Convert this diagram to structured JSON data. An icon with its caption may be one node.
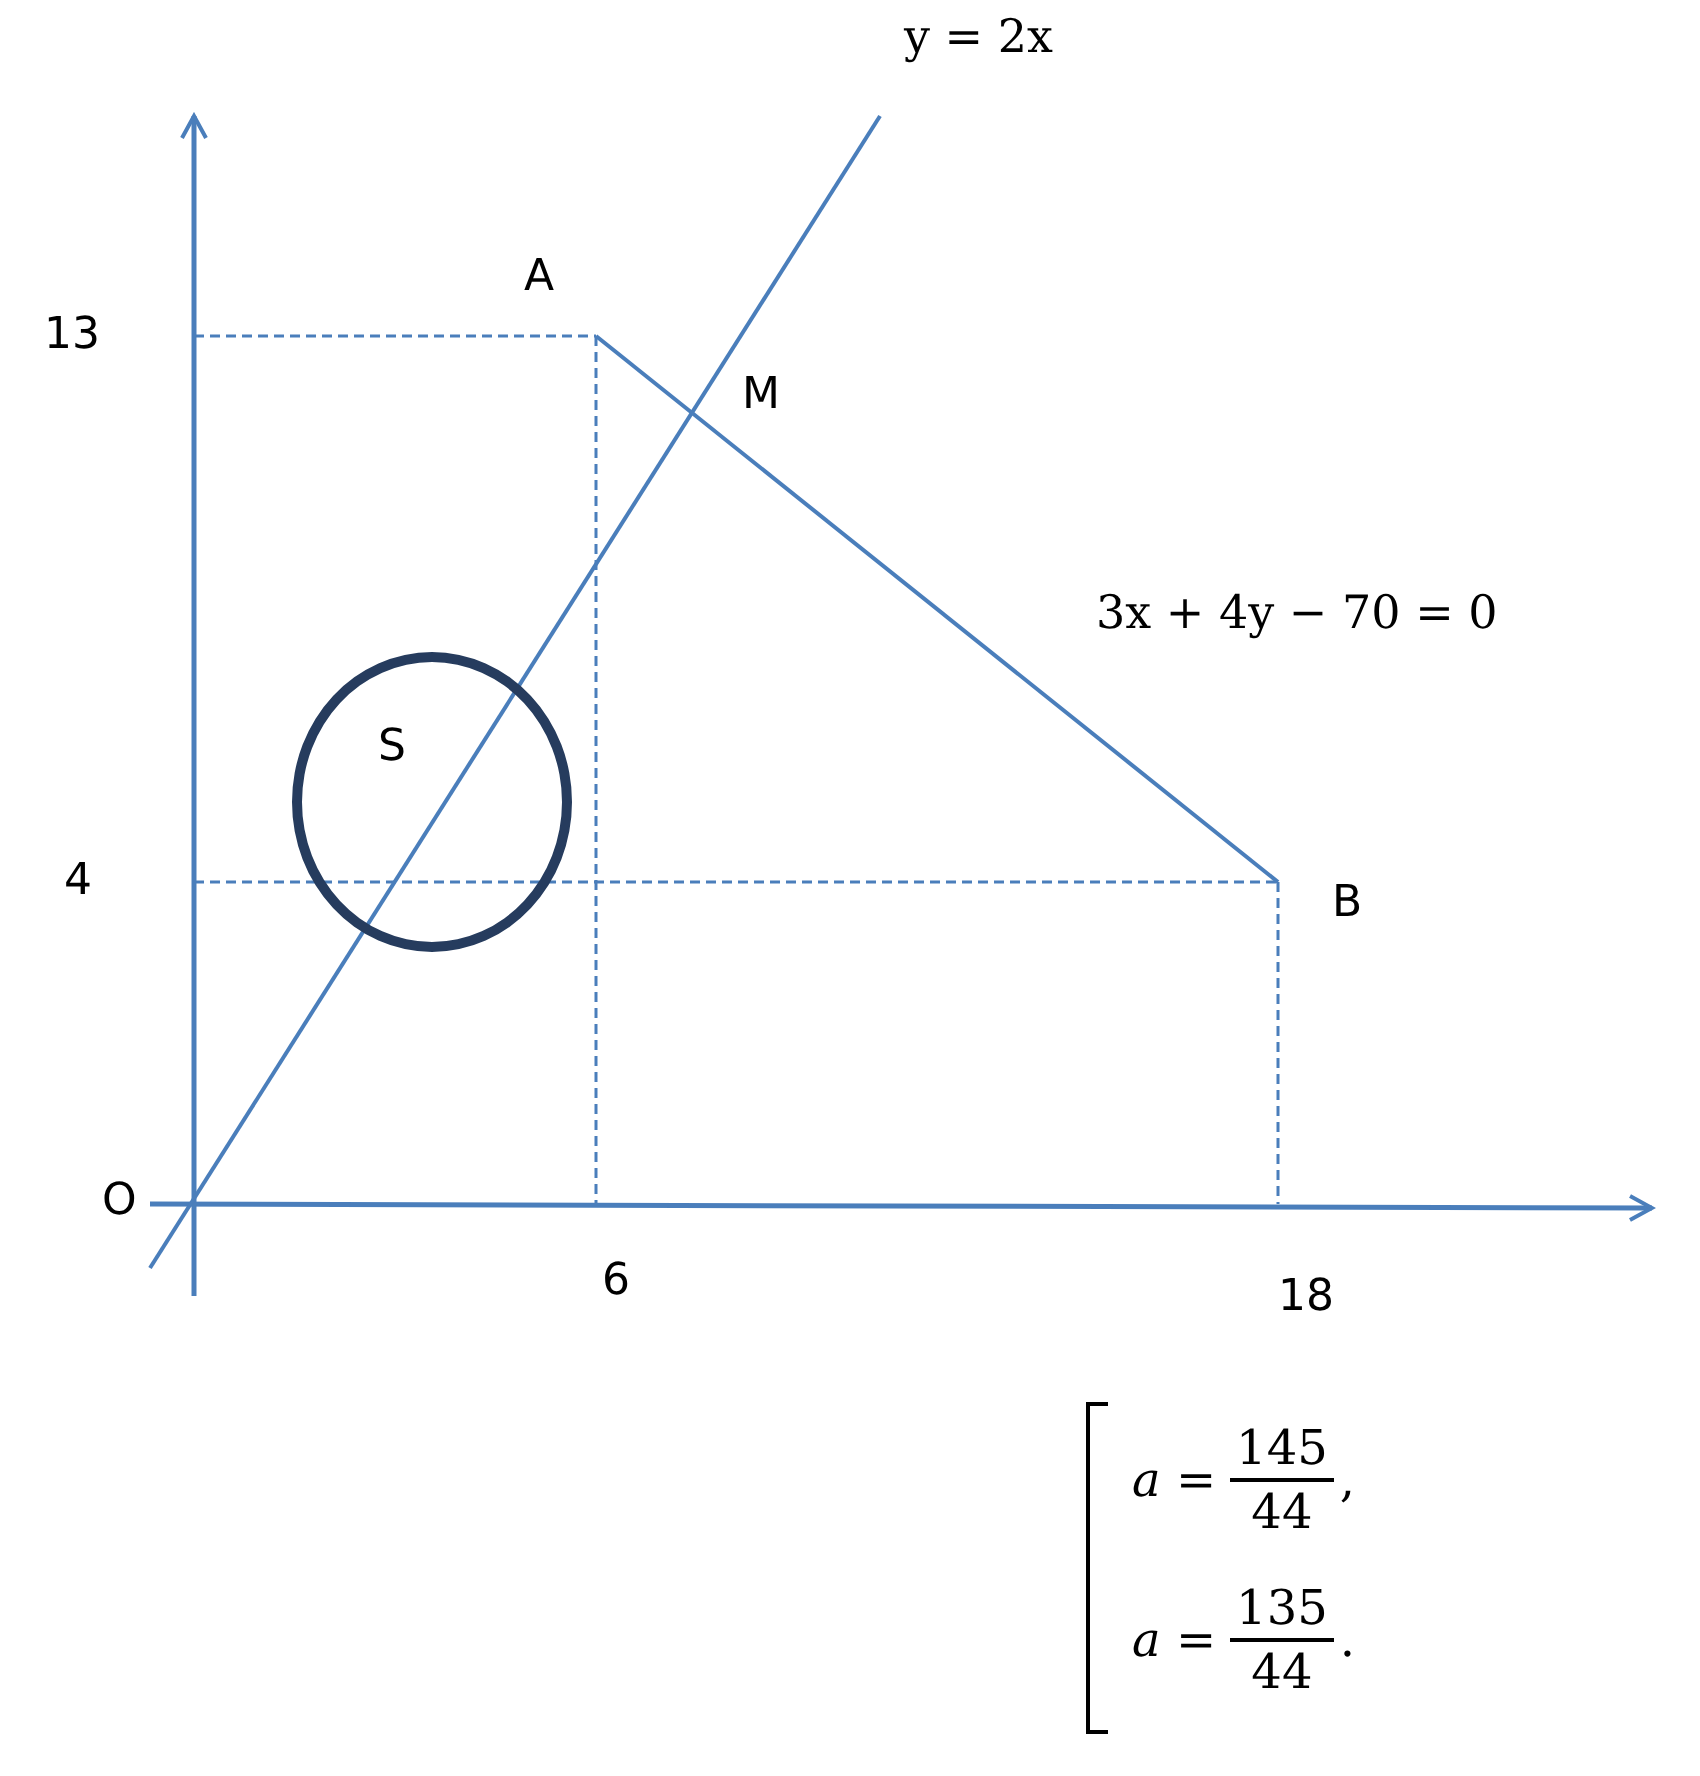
{
  "diagram": {
    "nodes": [
      {
        "text": [
          "S"
        ]
      }
    ],
    "edges": [],
    "labels": [
      "y = 2x",
      "A",
      "13",
      "M",
      "3x + 4y − 70 = 0",
      "4",
      "B",
      "O",
      "6",
      "18",
      "a =",
      "145",
      "44",
      ",",
      "a =",
      "135",
      "44",
      "."
    ]
  }
}
